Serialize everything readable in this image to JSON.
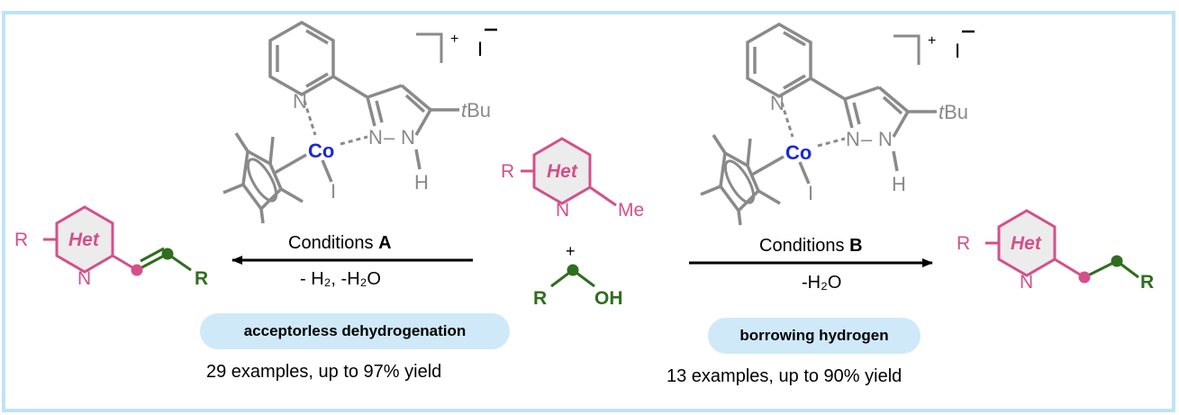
{
  "colors": {
    "frame": "#bfe3f6",
    "pink": "#d4508a",
    "ring_fill": "#ececec",
    "green": "#2f6e1e",
    "gray": "#8a8a8a",
    "blue": "#1a2ad6",
    "pill": "#cfe9f8"
  },
  "catalyst": {
    "charge": "+",
    "counterion": "I",
    "metal": "Co",
    "ligand_n": "N",
    "pyrazole_n1": "N",
    "pyrazole_n2": "N",
    "pyrazole_nh": "N",
    "h": "H",
    "iodide": "I",
    "tbu_t": "t",
    "tbu_bu": "Bu"
  },
  "substrate": {
    "r": "R",
    "het": "Het",
    "n": "N",
    "me": "Me"
  },
  "plus": "+",
  "alcohol": {
    "r": "R",
    "oh": "OH"
  },
  "left": {
    "conditions_prefix": "Conditions ",
    "conditions_letter": "A",
    "byproducts": "- H₂, -H₂O",
    "pill": "acceptorless dehydrogenation",
    "examples": "29 examples, up to 97% yield",
    "product": {
      "r": "R",
      "het": "Het",
      "n": "N",
      "r2": "R"
    }
  },
  "right": {
    "conditions_prefix": "Conditions ",
    "conditions_letter": "B",
    "byproducts": "-H₂O",
    "pill": "borrowing hydrogen",
    "examples": "13 examples, up to 90% yield",
    "product": {
      "r": "R",
      "het": "Het",
      "n": "N",
      "r2": "R"
    }
  }
}
